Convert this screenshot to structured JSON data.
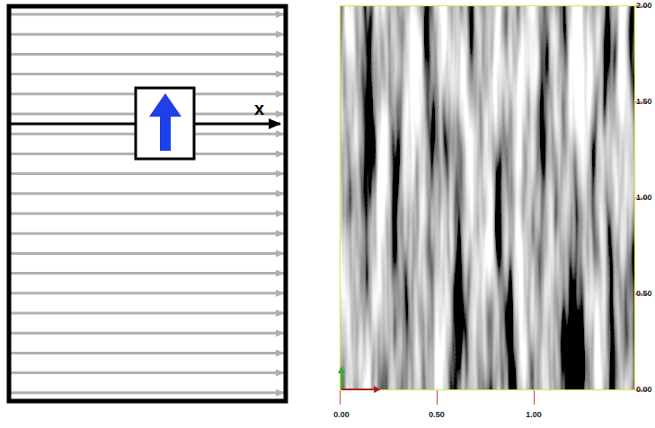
{
  "diagram": {
    "labels": [
      "x",
      "2.00",
      "1.50",
      "1.00",
      "0.50",
      "0.00",
      "0.00",
      "0.50",
      "1.00"
    ]
  }
}
